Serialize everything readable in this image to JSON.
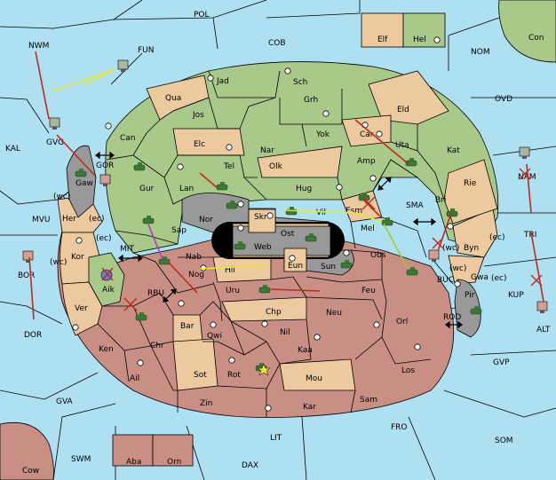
{
  "colors": {
    "sea": "#aee0f2",
    "north_power": "#a9c98a",
    "south_power": "#c98f84",
    "neutral": "#ecc99e",
    "impassable": "#999999",
    "move_hold": "#e7e734",
    "move_attack": "#c1281e",
    "move_support": "#9acd32",
    "move_convoy": "#b23bb2"
  },
  "sea_labels": [
    {
      "key": "POL",
      "text": "POL"
    },
    {
      "key": "COB",
      "text": "COB"
    },
    {
      "key": "FUN",
      "text": "FUN"
    },
    {
      "key": "NWM",
      "text": "NWM"
    },
    {
      "key": "NOM",
      "text": "NOM"
    },
    {
      "key": "OVD",
      "text": "OVD"
    },
    {
      "key": "KAL",
      "text": "KAL"
    },
    {
      "key": "MVU",
      "text": "MVU"
    },
    {
      "key": "BOR",
      "text": "BOR"
    },
    {
      "key": "DOR",
      "text": "DOR"
    },
    {
      "key": "MIT",
      "text": "MIT"
    },
    {
      "key": "RBU",
      "text": "RBU"
    },
    {
      "key": "SMA",
      "text": "SMA"
    },
    {
      "key": "BUC",
      "text": "BUC"
    },
    {
      "key": "KUP",
      "text": "KUP"
    },
    {
      "key": "ROD",
      "text": "ROD"
    },
    {
      "key": "GVP",
      "text": "GVP"
    },
    {
      "key": "TRI",
      "text": "TRI"
    },
    {
      "key": "NAM",
      "text": "NAM"
    },
    {
      "key": "ALT",
      "text": "ALT"
    },
    {
      "key": "GVA",
      "text": "GVA"
    },
    {
      "key": "LIT",
      "text": "LIT"
    },
    {
      "key": "FRO",
      "text": "FRO"
    },
    {
      "key": "SOM",
      "text": "SOM"
    },
    {
      "key": "SWM",
      "text": "SWM"
    },
    {
      "key": "DAX",
      "text": "DAX"
    },
    {
      "key": "GVG",
      "text": "GVG"
    },
    {
      "key": "GOR",
      "text": "GOR"
    },
    {
      "key": "Con",
      "text": "Con"
    },
    {
      "key": "Cow",
      "text": "Cow"
    }
  ],
  "land_labels": [
    {
      "key": "Elf",
      "text": "Elf"
    },
    {
      "key": "Hel",
      "text": "Hel"
    },
    {
      "key": "Jad",
      "text": "Jad"
    },
    {
      "key": "Sch",
      "text": "Sch"
    },
    {
      "key": "Qua",
      "text": "Qua"
    },
    {
      "key": "Jos",
      "text": "Jos"
    },
    {
      "key": "Grh",
      "text": "Grh"
    },
    {
      "key": "Eld",
      "text": "Eld"
    },
    {
      "key": "Can",
      "text": "Can"
    },
    {
      "key": "Elc",
      "text": "Elc"
    },
    {
      "key": "Nar",
      "text": "Nar"
    },
    {
      "key": "Yok",
      "text": "Yok"
    },
    {
      "key": "Car",
      "text": "Car"
    },
    {
      "key": "Uta",
      "text": "Uta"
    },
    {
      "key": "Kat",
      "text": "Kat"
    },
    {
      "key": "Tel",
      "text": "Tel"
    },
    {
      "key": "Olk",
      "text": "Olk"
    },
    {
      "key": "Amp",
      "text": "Amp"
    },
    {
      "key": "Gaw",
      "text": "Gaw"
    },
    {
      "key": "Gur",
      "text": "Gur"
    },
    {
      "key": "Lan",
      "text": "Lan"
    },
    {
      "key": "Hug",
      "text": "Hug"
    },
    {
      "key": "Rie",
      "text": "Rie"
    },
    {
      "key": "Bri",
      "text": "Bri"
    },
    {
      "key": "Her",
      "text": "Her"
    },
    {
      "key": "Nor",
      "text": "Nor"
    },
    {
      "key": "Skr",
      "text": "Skr"
    },
    {
      "key": "Vil",
      "text": "Vil"
    },
    {
      "key": "Esm",
      "text": "Esm"
    },
    {
      "key": "Sap",
      "text": "Sap"
    },
    {
      "key": "Web",
      "text": "Web"
    },
    {
      "key": "Ost",
      "text": "Ost"
    },
    {
      "key": "Mel",
      "text": "Mel"
    },
    {
      "key": "Byn",
      "text": "Byn"
    },
    {
      "key": "Kor",
      "text": "Kor"
    },
    {
      "key": "Nab",
      "text": "Nab"
    },
    {
      "key": "Obs",
      "text": "Obs"
    },
    {
      "key": "Eun",
      "text": "Eun"
    },
    {
      "key": "Sun",
      "text": "Sun"
    },
    {
      "key": "Gwa",
      "text": "Gwa"
    },
    {
      "key": "Hil",
      "text": "Hil"
    },
    {
      "key": "Nog",
      "text": "Nog"
    },
    {
      "key": "Aik",
      "text": "Aik"
    },
    {
      "key": "Uru",
      "text": "Uru"
    },
    {
      "key": "Feu",
      "text": "Feu"
    },
    {
      "key": "Pir",
      "text": "Pir"
    },
    {
      "key": "Ver",
      "text": "Ver"
    },
    {
      "key": "Chp",
      "text": "Chp"
    },
    {
      "key": "Neu",
      "text": "Neu"
    },
    {
      "key": "Orl",
      "text": "Orl"
    },
    {
      "key": "Bar",
      "text": "Bar"
    },
    {
      "key": "Qwi",
      "text": "Qwi"
    },
    {
      "key": "Nil",
      "text": "Nil"
    },
    {
      "key": "Ken",
      "text": "Ken"
    },
    {
      "key": "Chr",
      "text": "Chr"
    },
    {
      "key": "Kaa",
      "text": "Kaa"
    },
    {
      "key": "Ail",
      "text": "Ail"
    },
    {
      "key": "Sot",
      "text": "Sot"
    },
    {
      "key": "Rot",
      "text": "Rot"
    },
    {
      "key": "Mou",
      "text": "Mou"
    },
    {
      "key": "Los",
      "text": "Los"
    },
    {
      "key": "Zin",
      "text": "Zin"
    },
    {
      "key": "Kar",
      "text": "Kar"
    },
    {
      "key": "Sam",
      "text": "Sam"
    },
    {
      "key": "Aba",
      "text": "Aba"
    },
    {
      "key": "Orn",
      "text": "Orn"
    }
  ],
  "coast_labels": [
    {
      "key": "wc_her",
      "text": "(wc)"
    },
    {
      "key": "ec_her",
      "text": "(ec)"
    },
    {
      "key": "ec_kor",
      "text": "(ec)"
    },
    {
      "key": "wc_kor",
      "text": "(wc)"
    },
    {
      "key": "wc_bri",
      "text": "(wc)"
    },
    {
      "key": "ec_byn",
      "text": "(ec)"
    },
    {
      "key": "wc_gwa",
      "text": "(wc)"
    },
    {
      "key": "ec_gwa",
      "text": "(ec)"
    }
  ]
}
